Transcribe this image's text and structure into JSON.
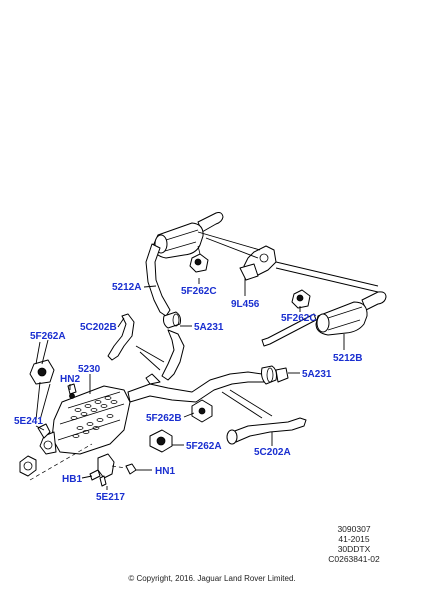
{
  "callouts": {
    "c_5212A": "5212A",
    "c_5F262C_top": "5F262C",
    "c_9L456": "9L456",
    "c_5F262C_right": "5F262C",
    "c_5A231_top": "5A231",
    "c_5212B": "5212B",
    "c_5F262A_left": "5F262A",
    "c_5C202B": "5C202B",
    "c_5230": "5230",
    "c_HN2": "HN2",
    "c_5A231_right": "5A231",
    "c_5E241": "5E241",
    "c_5F262B": "5F262B",
    "c_5F262A_mid": "5F262A",
    "c_5C202A": "5C202A",
    "c_HB1": "HB1",
    "c_HN1": "HN1",
    "c_5E217": "5E217"
  },
  "reference": {
    "line1": "3090307",
    "line2": "41-2015",
    "line3": "30DDTX",
    "line4": "C0263841-02"
  },
  "copyright": "© Copyright, 2016. Jaguar Land Rover Limited."
}
